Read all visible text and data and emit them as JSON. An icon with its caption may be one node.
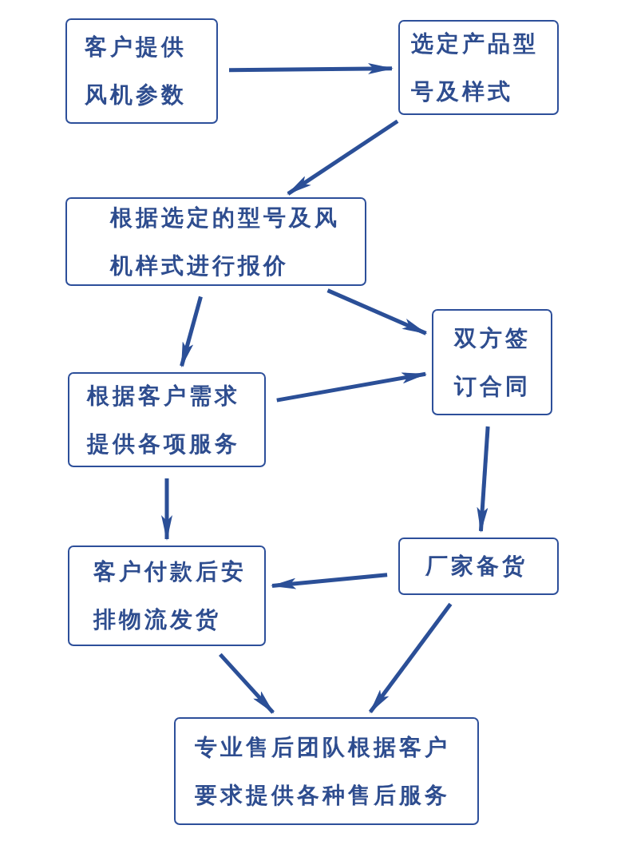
{
  "diagram": {
    "nodes": [
      {
        "text": [
          "客户提供风机参数"
        ]
      },
      {
        "text": [
          "选定产品型号及样式"
        ]
      },
      {
        "text": [
          "根据选定的型号及风机样式进行报价"
        ]
      },
      {
        "text": [
          "双方签订合同"
        ]
      },
      {
        "text": [
          "根据客户需求提供各项服务"
        ]
      },
      {
        "text": [
          "厂家备货"
        ]
      },
      {
        "text": [
          "客户付款后安排物流发货"
        ]
      },
      {
        "text": [
          "专业售后团队根据客户要求提供各种售后服务"
        ]
      }
    ],
    "edges": [
      {
        "from": 0,
        "to": 1,
        "arrow": "to"
      },
      {
        "from": 1,
        "to": 2,
        "arrow": "to"
      },
      {
        "from": 2,
        "to": 4,
        "arrow": "to"
      },
      {
        "from": 2,
        "to": 3,
        "arrow": "to"
      },
      {
        "from": 4,
        "to": 3,
        "arrow": "to"
      },
      {
        "from": 3,
        "to": 5,
        "arrow": "to"
      },
      {
        "from": 5,
        "to": 6,
        "arrow": "to"
      },
      {
        "from": 4,
        "to": 6,
        "arrow": "to"
      },
      {
        "from": 6,
        "to": 7,
        "arrow": "to"
      },
      {
        "from": 5,
        "to": 7,
        "arrow": "to"
      }
    ]
  }
}
